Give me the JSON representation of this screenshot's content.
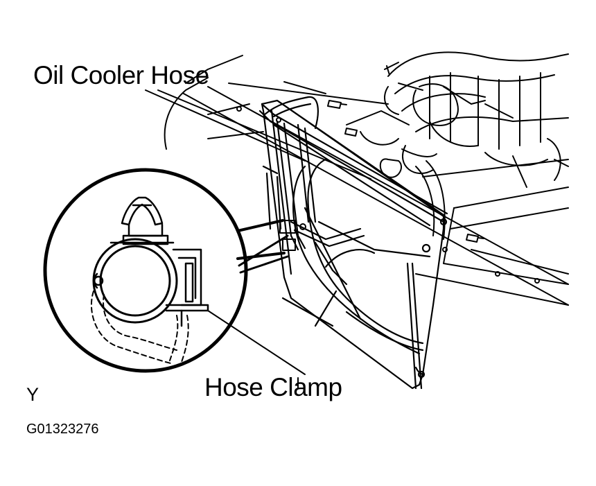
{
  "labels": {
    "oil_cooler_hose": "Oil Cooler Hose",
    "hose_clamp": "Hose Clamp",
    "view_letter": "Y",
    "figure_code": "G01323276"
  },
  "colors": {
    "ink": "#000000",
    "paper": "#ffffff"
  }
}
